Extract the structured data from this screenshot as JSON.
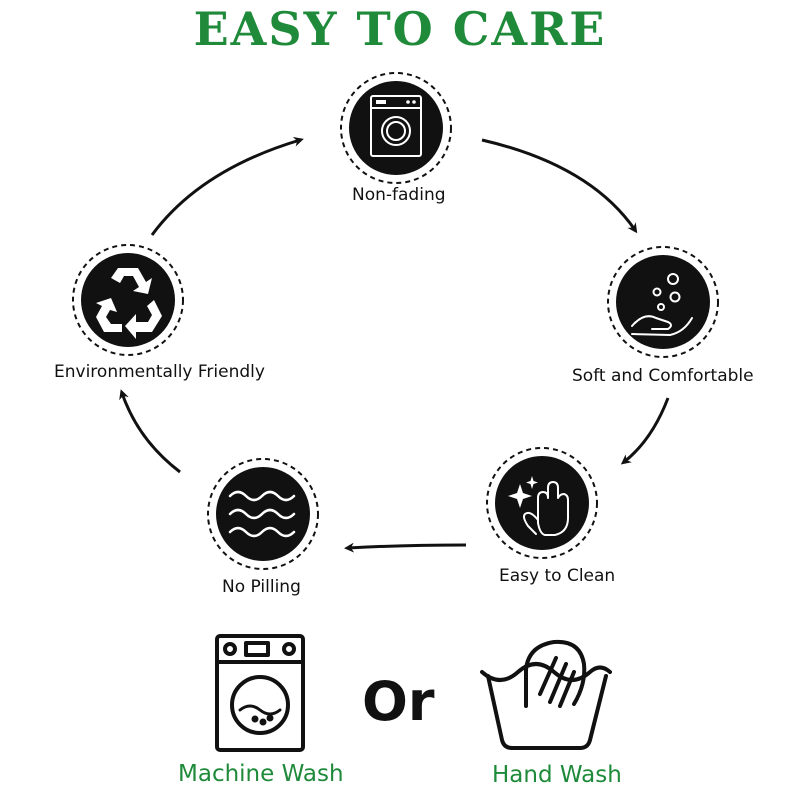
{
  "title": "EASY TO CARE",
  "features": [
    {
      "label": "Non-fading",
      "icon": "washing-machine-icon"
    },
    {
      "label": "Soft and Comfortable",
      "icon": "hand-bubbles-icon"
    },
    {
      "label": "Easy to Clean",
      "icon": "sparkle-hand-icon"
    },
    {
      "label": "No Pilling",
      "icon": "waves-icon"
    },
    {
      "label": "Environmentally Friendly",
      "icon": "recycle-icon"
    }
  ],
  "wash": {
    "machine_label": "Machine Wash",
    "or_label": "Or",
    "hand_label": "Hand Wash"
  },
  "colors": {
    "accent": "#1e8a3a",
    "icon_fill": "#111111",
    "line": "#111111"
  }
}
